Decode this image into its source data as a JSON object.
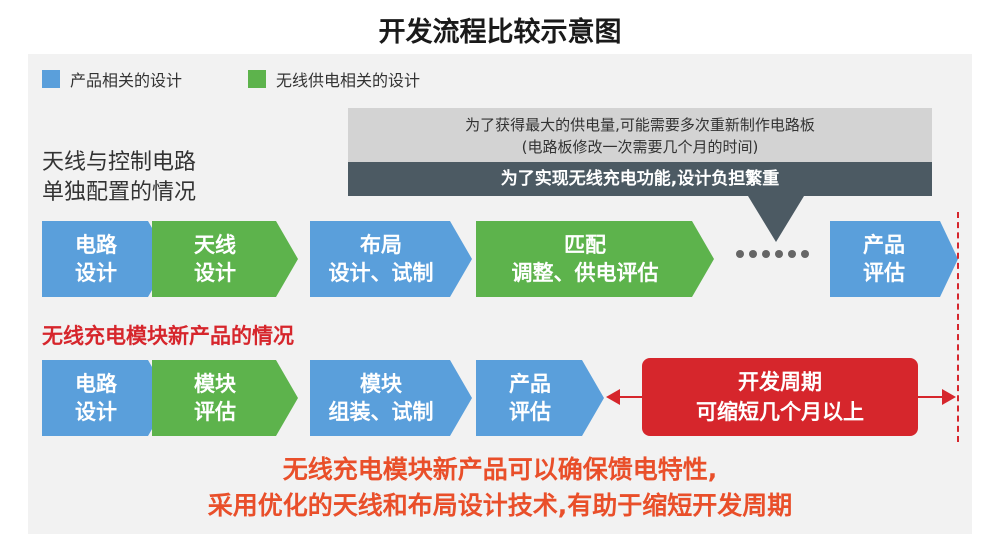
{
  "title": "开发流程比较示意图",
  "legend": [
    {
      "label": "产品相关的设计",
      "color": "#5a9fdb"
    },
    {
      "label": "无线供电相关的设计",
      "color": "#5db34c"
    }
  ],
  "section1": {
    "heading_line1": "天线与控制电路",
    "heading_line2": "单独配置的情况",
    "note_line1": "为了获得最大的供电量,可能需要多次重新制作电路板",
    "note_line2": "(电路板修改一次需要几个月的时间)",
    "note_dark": "为了实现无线充电功能,设计负担繁重",
    "steps": [
      {
        "line1": "电路",
        "line2": "设计",
        "color": "blue"
      },
      {
        "line1": "天线",
        "line2": "设计",
        "color": "green"
      },
      {
        "line1": "布局",
        "line2": "设计、试制",
        "color": "blue"
      },
      {
        "line1": "匹配",
        "line2": "调整、供电评估",
        "color": "green"
      },
      {
        "line1": "产品",
        "line2": "评估",
        "color": "blue"
      }
    ]
  },
  "section2": {
    "heading": "无线充电模块新产品的情况",
    "steps": [
      {
        "line1": "电路",
        "line2": "设计",
        "color": "blue"
      },
      {
        "line1": "模块",
        "line2": "评估",
        "color": "green"
      },
      {
        "line1": "模块",
        "line2": "组装、试制",
        "color": "blue"
      },
      {
        "line1": "产品",
        "line2": "评估",
        "color": "blue"
      }
    ],
    "cycle_line1": "开发周期",
    "cycle_line2": "可缩短几个月以上"
  },
  "conclusion": {
    "line1": "无线充电模块新产品可以确保馈电特性,",
    "line2": "采用优化的天线和布局设计技术,有助于缩短开发周期"
  }
}
